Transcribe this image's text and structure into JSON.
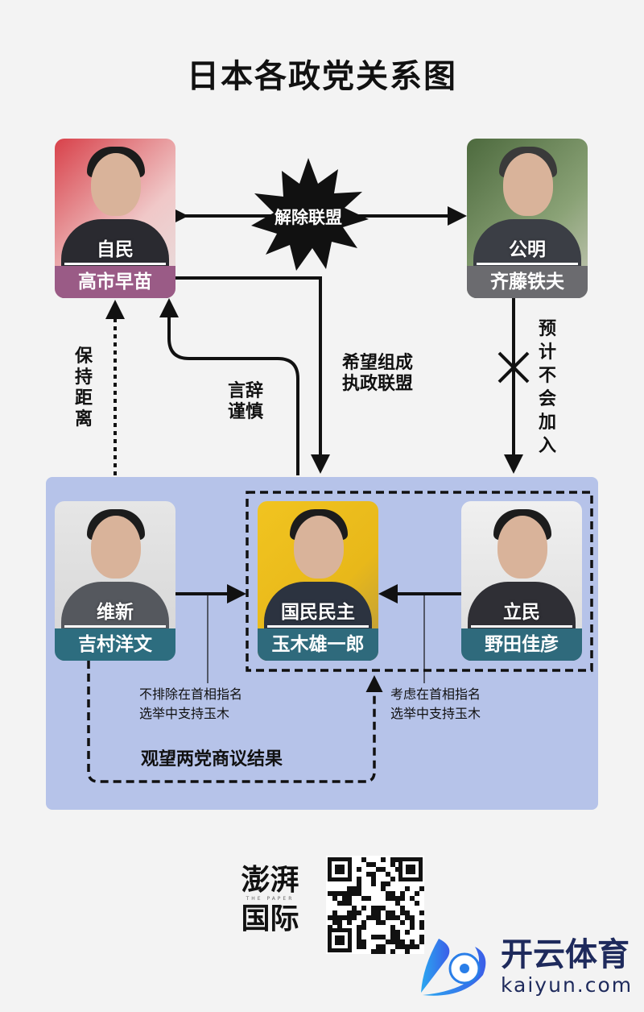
{
  "title": "日本各政党关系图",
  "parties": {
    "ldp": {
      "party": "自民",
      "leader": "高市早苗",
      "color": "#9a5b86"
    },
    "komeito": {
      "party": "公明",
      "leader": "齐藤铁夫",
      "color": "#6b6b6f"
    },
    "ishin": {
      "party": "维新",
      "leader": "吉村洋文",
      "color": "#2d6d7f"
    },
    "dpfp": {
      "party": "国民民主",
      "leader": "玉木雄一郎",
      "color": "#2f6a7c"
    },
    "cdp": {
      "party": "立民",
      "leader": "野田佳彦",
      "color": "#2f6a7c"
    }
  },
  "relations": {
    "break": "解除联盟",
    "hope": "希望组成执政联盟",
    "hope_lines": [
      "希望组成",
      "执政联盟"
    ],
    "cautious": "言辞谨慎",
    "cautious_lines": [
      "言辞",
      "谨慎"
    ],
    "distance": "保持距离",
    "not_join": "预计不会加入",
    "ishin_note": [
      "不排除在首相指名",
      "选举中支持玉木"
    ],
    "cdp_note": [
      "考虑在首相指名",
      "选举中支持玉木"
    ],
    "wait": "观望两党商议结果"
  },
  "footer": {
    "logo_cn": "澎湃",
    "logo_en": "THE PAPER",
    "logo_sub": "国际",
    "brand": "开云体育",
    "brand_url": "kaiyun.com"
  },
  "colors": {
    "panel": "#b6c3e9",
    "background": "#f3f3f3"
  }
}
